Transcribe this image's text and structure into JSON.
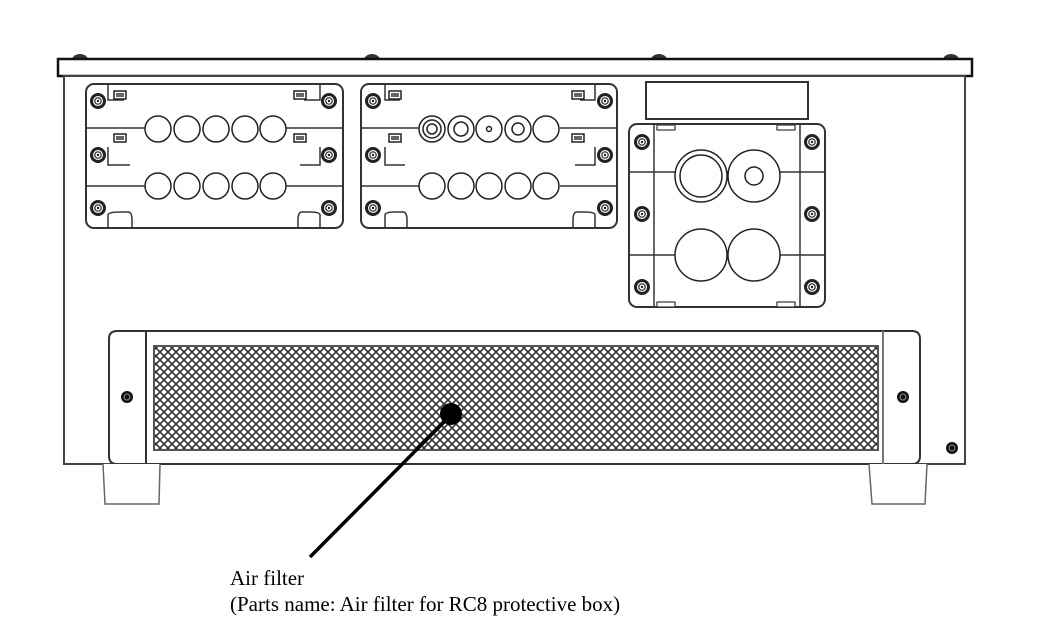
{
  "figure": {
    "subject": "RC8 protective box front view",
    "colors": {
      "line": "#1a1a1a",
      "mesh_fill": "#8a8a8a",
      "background": "#ffffff"
    }
  },
  "callout": {
    "title": "Air filter",
    "subtitle": "(Parts name: Air filter for RC8 protective box)"
  },
  "connectors": {
    "left_panel": {
      "rows": 2,
      "holes_per_row": 5
    },
    "middle_panel": {
      "rows": 2,
      "holes_per_row": 5
    },
    "right_panel": {
      "rows": 2,
      "holes_per_row": 2
    }
  }
}
